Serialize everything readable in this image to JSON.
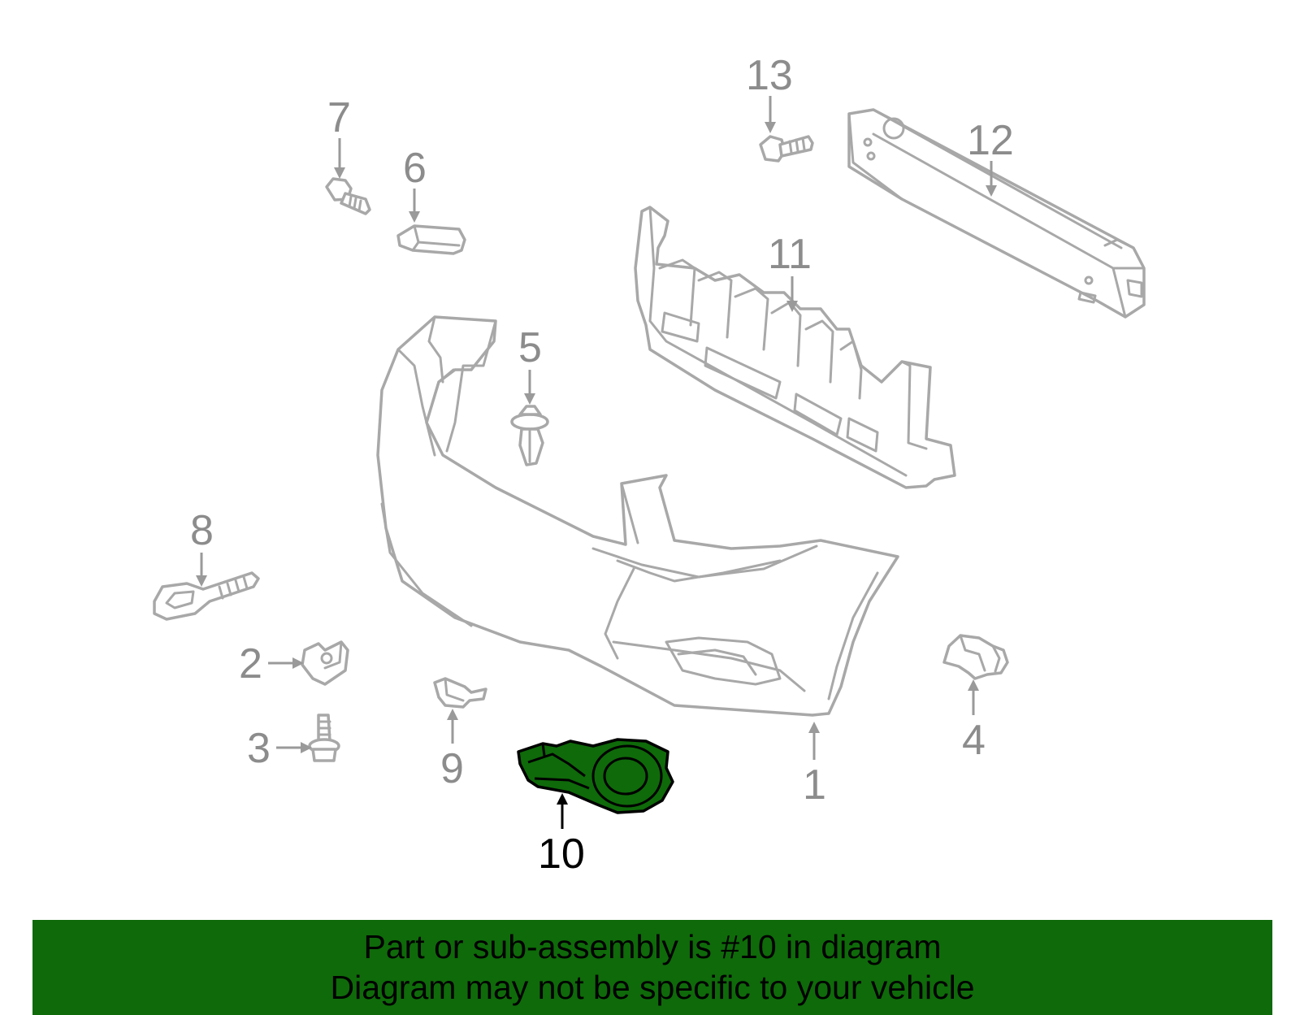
{
  "highlight_color": "#0f6a0a",
  "callouts": {
    "c1": "1",
    "c2": "2",
    "c3": "3",
    "c4": "4",
    "c5": "5",
    "c6": "6",
    "c7": "7",
    "c8": "8",
    "c9": "9",
    "c10": "10",
    "c11": "11",
    "c12": "12",
    "c13": "13"
  },
  "highlighted_part": "10",
  "banner": {
    "line1": "Part or sub-assembly is #10 in diagram",
    "line2": "Diagram may not be specific to your vehicle"
  }
}
